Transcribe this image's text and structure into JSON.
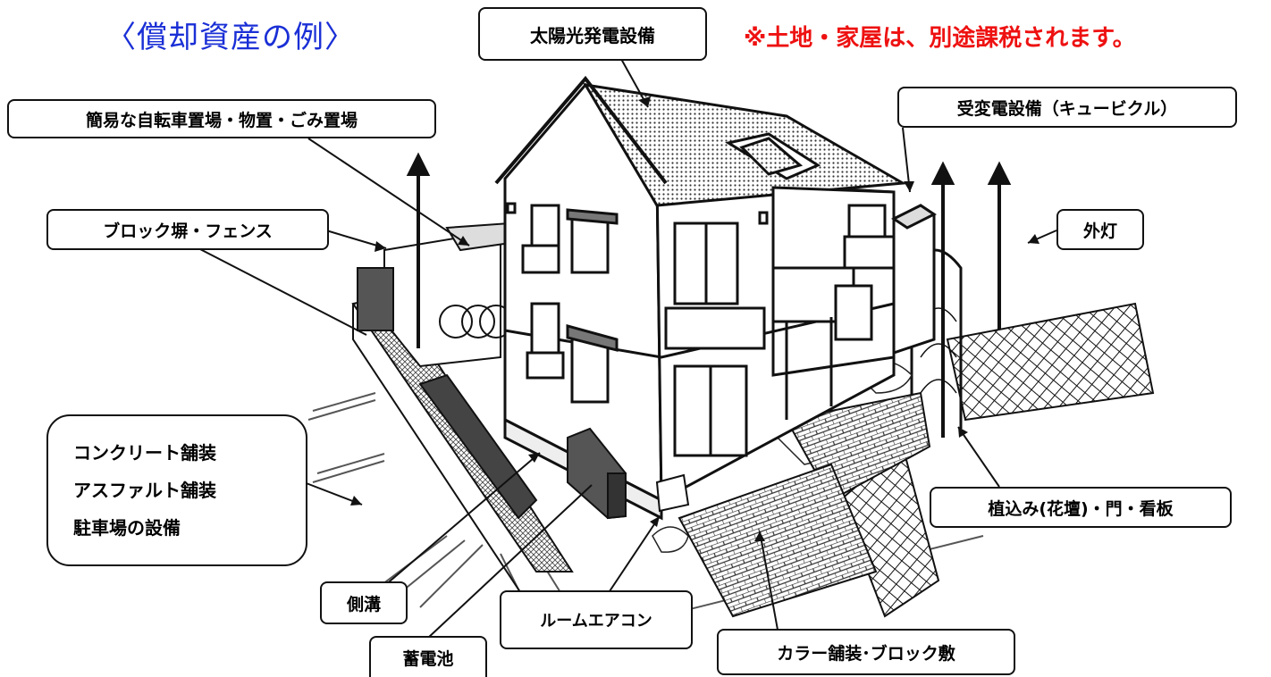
{
  "title": "〈償却資産の例〉",
  "note": "※土地・家屋は、別途課税されます。",
  "colors": {
    "title": "#1a2fd6",
    "note": "#ee1111",
    "battery": "#555555",
    "outline": "#111111"
  },
  "labels": {
    "solar": "太陽光発電設備",
    "bicycle": "簡易な自転車置場・物置・ごみ置場",
    "cubicle": "受変電設備（キュービクル）",
    "block": "ブロック塀・フェンス",
    "outdoor_light": "外灯",
    "paving": [
      "コンクリート舗装",
      "アスファルト舗装",
      "駐車場の設備"
    ],
    "planting": "植込み(花壇)・門・看板",
    "gutter": "側溝",
    "aircon": "ルームエアコン",
    "battery": "蓄電池",
    "color_paving": "カラー舗装･ブロック敷"
  }
}
